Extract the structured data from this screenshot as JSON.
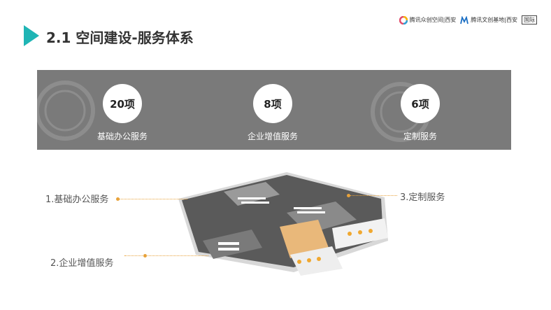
{
  "header": {
    "title": "2.1 空间建设-服务体系"
  },
  "logos": {
    "logo1": "腾讯众创空间|西安",
    "logo2": "腾讯文创基地|西安",
    "logo3": "国际"
  },
  "banner": {
    "stats": [
      {
        "value": "20项",
        "label": "基础办公服务"
      },
      {
        "value": "8项",
        "label": "企业增值服务"
      },
      {
        "value": "6项",
        "label": "定制服务"
      }
    ]
  },
  "callouts": {
    "c1": "1.基础办公服务",
    "c2": "2.企业增值服务",
    "c3": "3.定制服务"
  },
  "colors": {
    "accent": "#1fb5b5",
    "banner": "#7a7a7a",
    "dot": "#e8a23a"
  }
}
